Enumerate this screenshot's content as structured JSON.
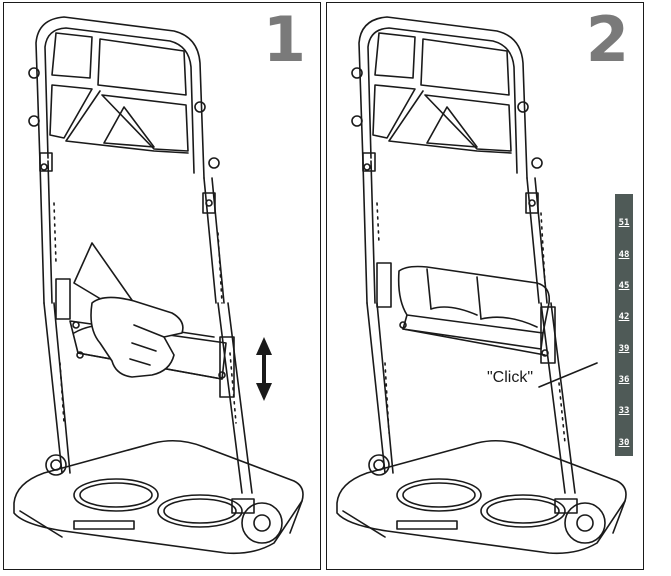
{
  "panels": [
    {
      "step": "1"
    },
    {
      "step": "2",
      "callout": "\"Click\""
    }
  ],
  "scale": {
    "marks": [
      "51",
      "48",
      "45",
      "42",
      "39",
      "36",
      "33",
      "30"
    ]
  },
  "colors": {
    "line": "#1a1a1a",
    "step_number": "#7a7a7a",
    "scale_bar": "#4f5a57",
    "scale_text": "#ffffff"
  }
}
